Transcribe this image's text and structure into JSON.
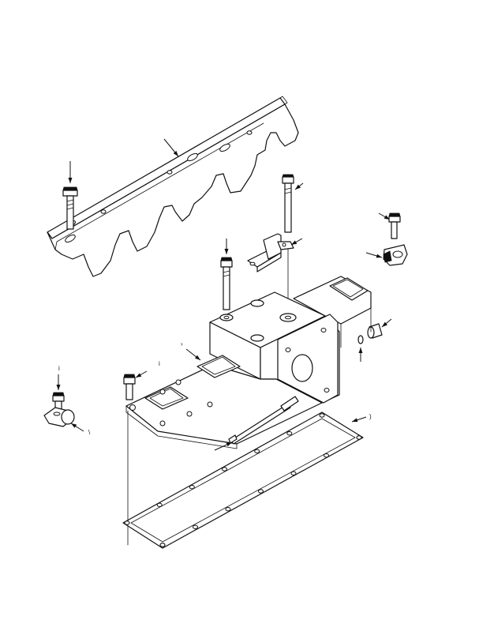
{
  "figure": {
    "callouts": [
      {
        "id": "c-lower-left",
        "text": "i"
      },
      {
        "id": "c-bolt-left",
        "text": "i"
      },
      {
        "id": "c-manifold",
        "text": "›"
      },
      {
        "id": "c-clip",
        "text": "\\"
      },
      {
        "id": "c-gasket",
        "text": ")"
      }
    ]
  }
}
